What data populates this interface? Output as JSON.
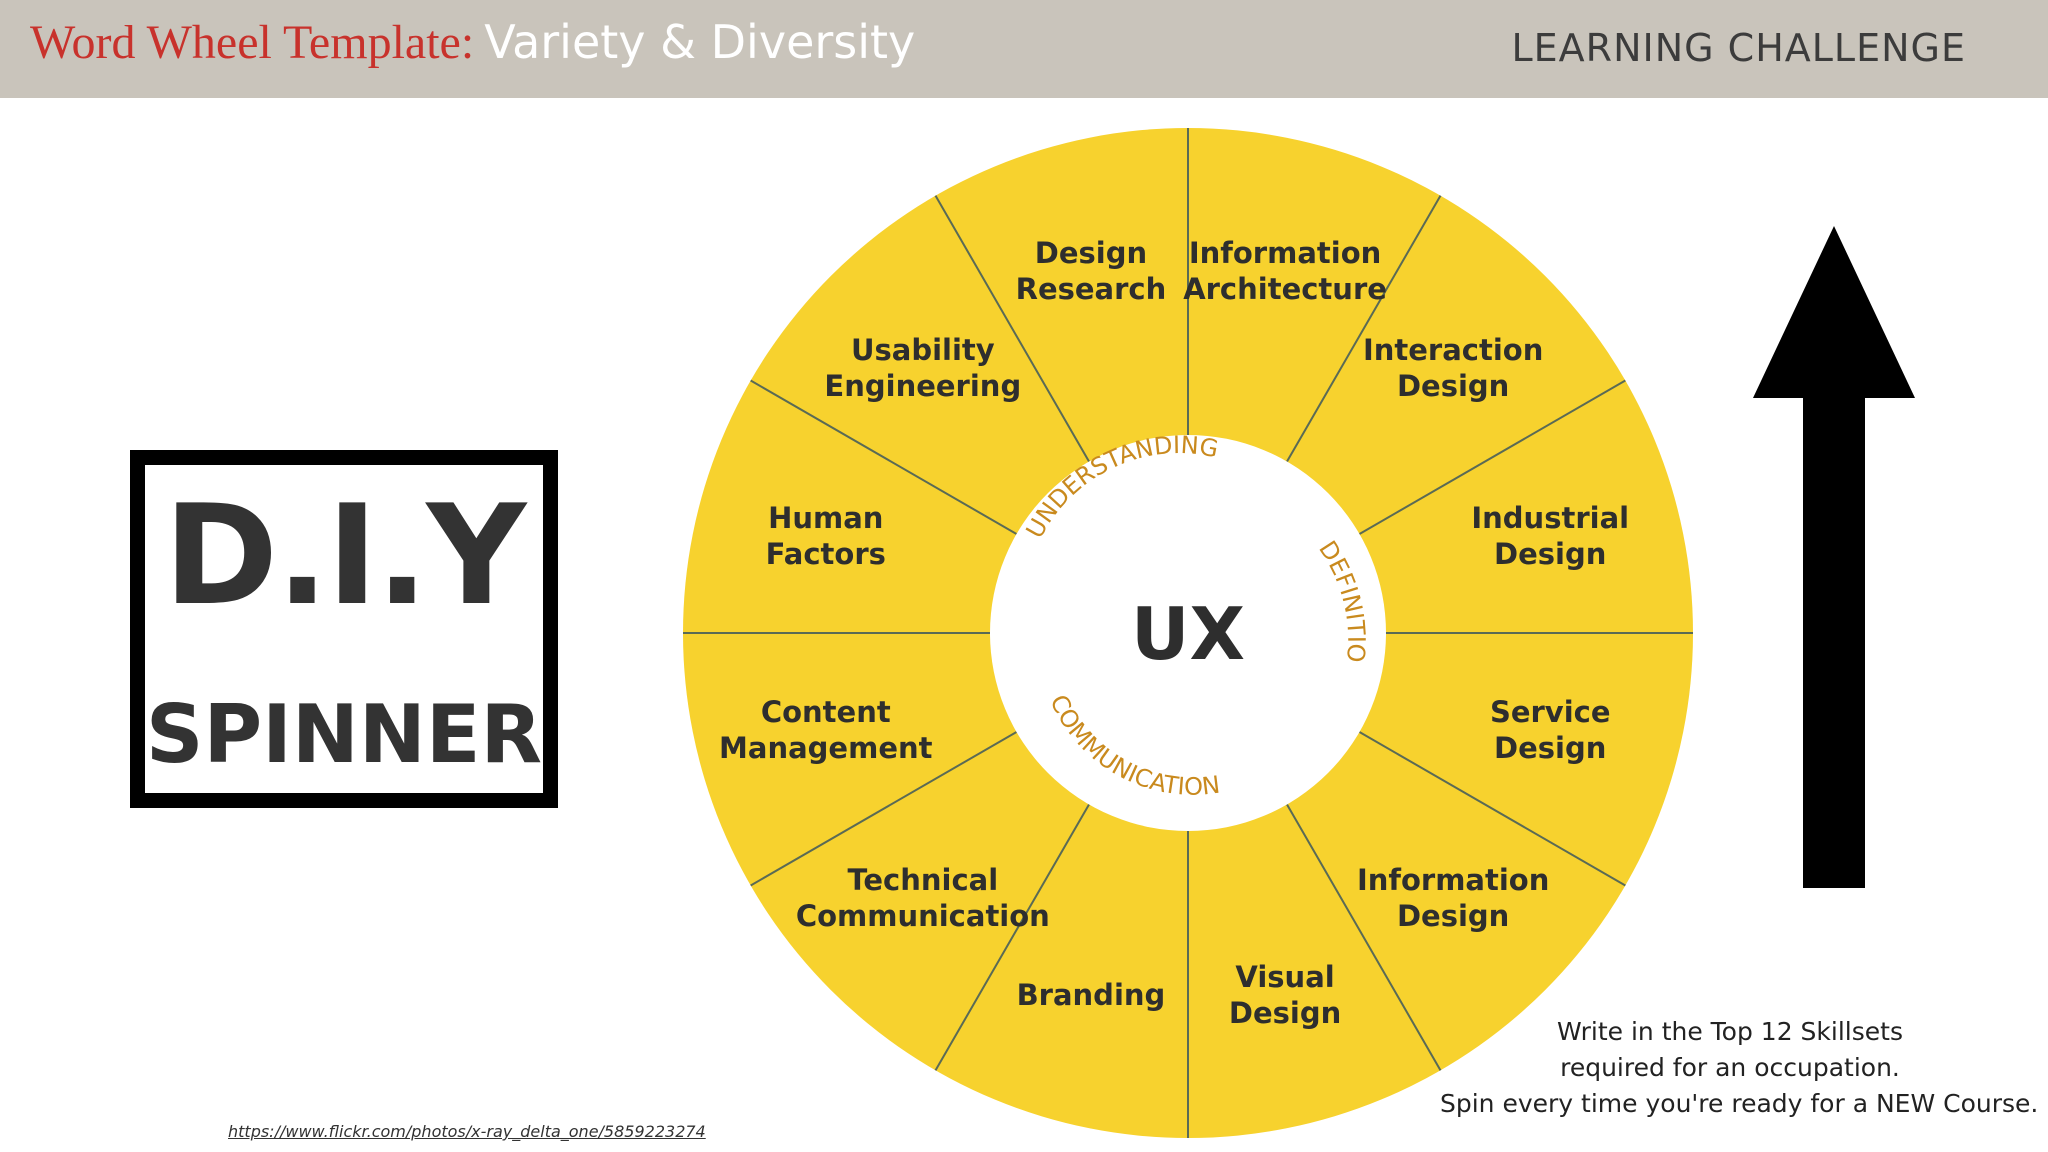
{
  "header": {
    "title_main": "Word Wheel Template:",
    "title_sub": "Variety & Diversity",
    "right_label": "LEARNING CHALLENGE"
  },
  "diy": {
    "line1": "D.I.Y",
    "line2": "SPINNER"
  },
  "wheel": {
    "center": "UX",
    "segments": [
      [
        "Information",
        "Architecture"
      ],
      [
        "Interaction",
        "Design"
      ],
      [
        "Industrial",
        "Design"
      ],
      [
        "Service",
        "Design"
      ],
      [
        "Information",
        "Design"
      ],
      [
        "Visual",
        "Design"
      ],
      [
        "Branding"
      ],
      [
        "Technical",
        "Communication"
      ],
      [
        "Content",
        "Management"
      ],
      [
        "Human",
        "Factors"
      ],
      [
        "Usability",
        "Engineering"
      ],
      [
        "Design",
        "Research"
      ]
    ],
    "ring_words": [
      "UNDERSTANDING",
      "DEFINITION",
      "COMMUNICATION"
    ],
    "colors": {
      "fill": "#f7d22e",
      "lines": "#5a6a55",
      "text": "#2e2e2e",
      "ring_text": "#c98a1e"
    }
  },
  "arrow": {
    "color": "#000000",
    "direction": "up"
  },
  "note": [
    "Write in the Top 12 Skillsets",
    "required for an occupation.",
    "Spin every time you're ready for a NEW Course."
  ],
  "source_url": "https://www.flickr.com/photos/x-ray_delta_one/5859223274"
}
